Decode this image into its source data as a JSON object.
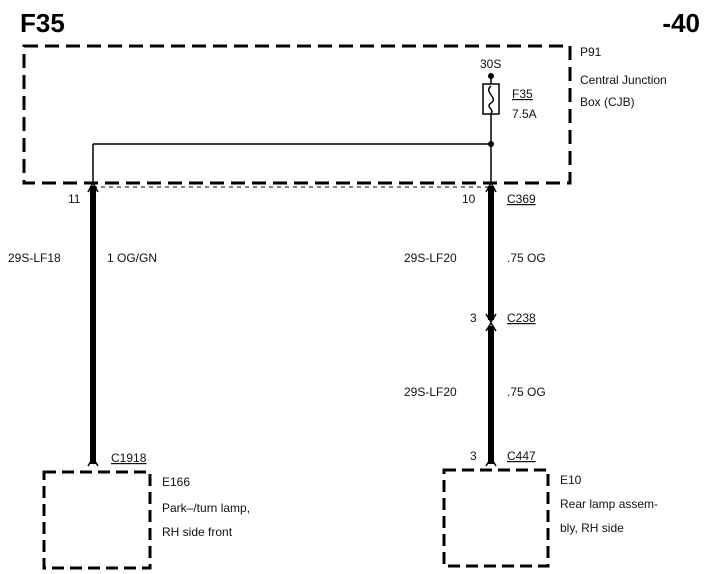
{
  "header": {
    "left_code": "F35",
    "right_code": "-40"
  },
  "cjb": {
    "ref": "P91",
    "name_line1": "Central Junction",
    "name_line2": "Box (CJB)",
    "feed": "30S",
    "fuse_id": "F35",
    "fuse_rating": "7.5A"
  },
  "left_branch": {
    "pin_top": "11",
    "circuit": "29S-LF18",
    "wire": "1 OG/GN",
    "connector": "C1918",
    "component_ref": "E166",
    "component_line1": "Park–/turn lamp,",
    "component_line2": "RH side front"
  },
  "right_branch": {
    "pin_top": "10",
    "connector_top": "C369",
    "circuit1": "29S-LF20",
    "wire1": ".75 OG",
    "pin_mid": "3",
    "connector_mid": "C238",
    "circuit2": "29S-LF20",
    "wire2": ".75 OG",
    "pin_bottom": "3",
    "connector_bottom": "C447",
    "component_ref": "E10",
    "component_line1": "Rear lamp assem-",
    "component_line2": "bly, RH side"
  }
}
